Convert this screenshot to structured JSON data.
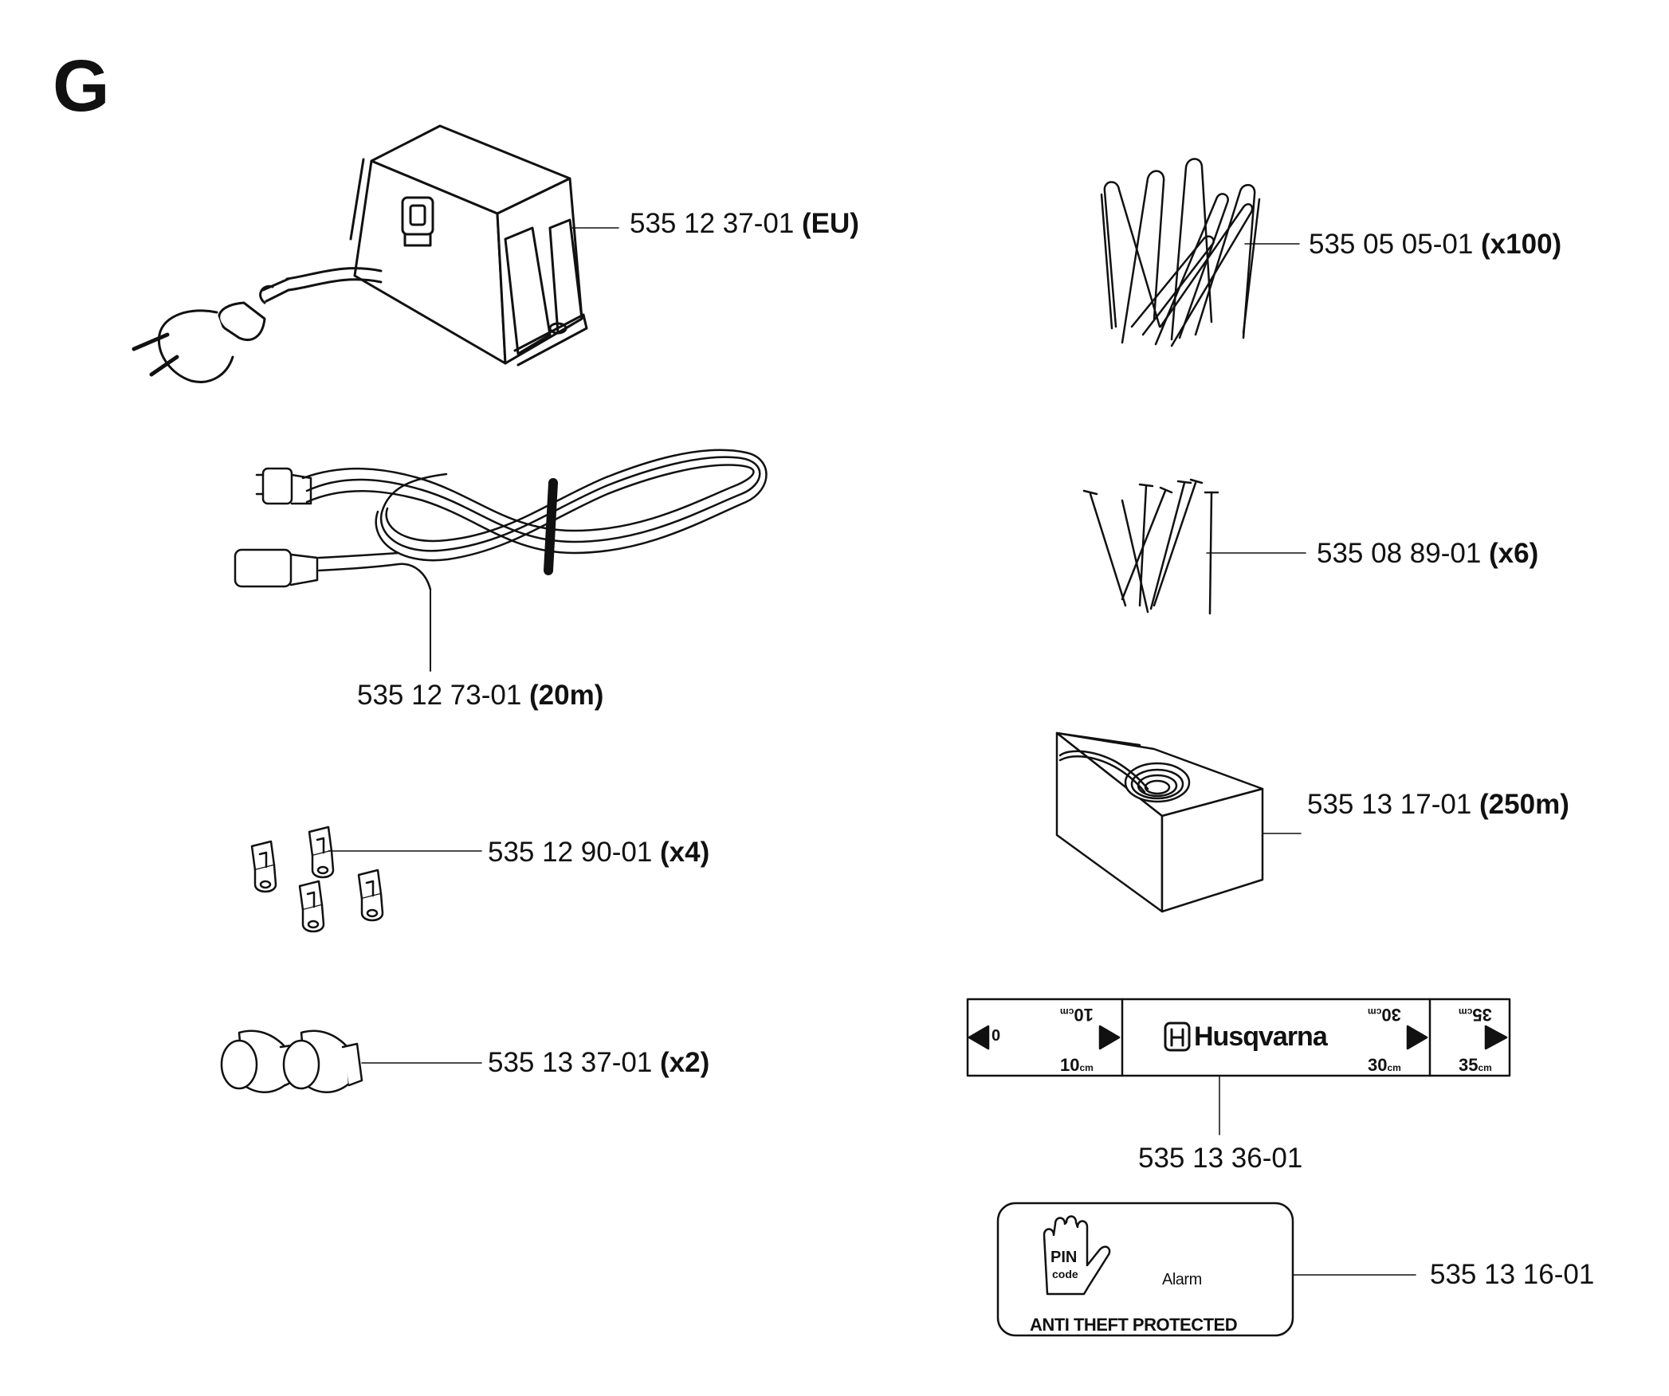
{
  "section_letter": "G",
  "parts": [
    {
      "id": "transformer",
      "number": "535 12 37-01",
      "qualifier": "(EU)"
    },
    {
      "id": "staples",
      "number": "535 05 05-01",
      "qualifier": "(x100)"
    },
    {
      "id": "low-voltage-cable",
      "number": "535 12 73-01",
      "qualifier": "(20m)"
    },
    {
      "id": "nails",
      "number": "535 08 89-01",
      "qualifier": "(x6)"
    },
    {
      "id": "boundary-wire",
      "number": "535 13 17-01",
      "qualifier": "(250m)"
    },
    {
      "id": "connectors",
      "number": "535 12 90-01",
      "qualifier": "(x4)"
    },
    {
      "id": "couplers",
      "number": "535 13 37-01",
      "qualifier": "(x2)"
    },
    {
      "id": "measure-gauge",
      "number": "535 13 36-01",
      "qualifier": ""
    },
    {
      "id": "anti-theft-decal",
      "number": "535 13 16-01",
      "qualifier": ""
    }
  ],
  "gauge": {
    "brand": "Husqvarna",
    "mark_0": "0",
    "mark_10": "10",
    "mark_30": "30",
    "mark_35": "35",
    "unit": "cm"
  },
  "decal": {
    "pin": "PIN",
    "code": "code",
    "alarm": "Alarm",
    "caption": "ANTI THEFT PROTECTED"
  }
}
